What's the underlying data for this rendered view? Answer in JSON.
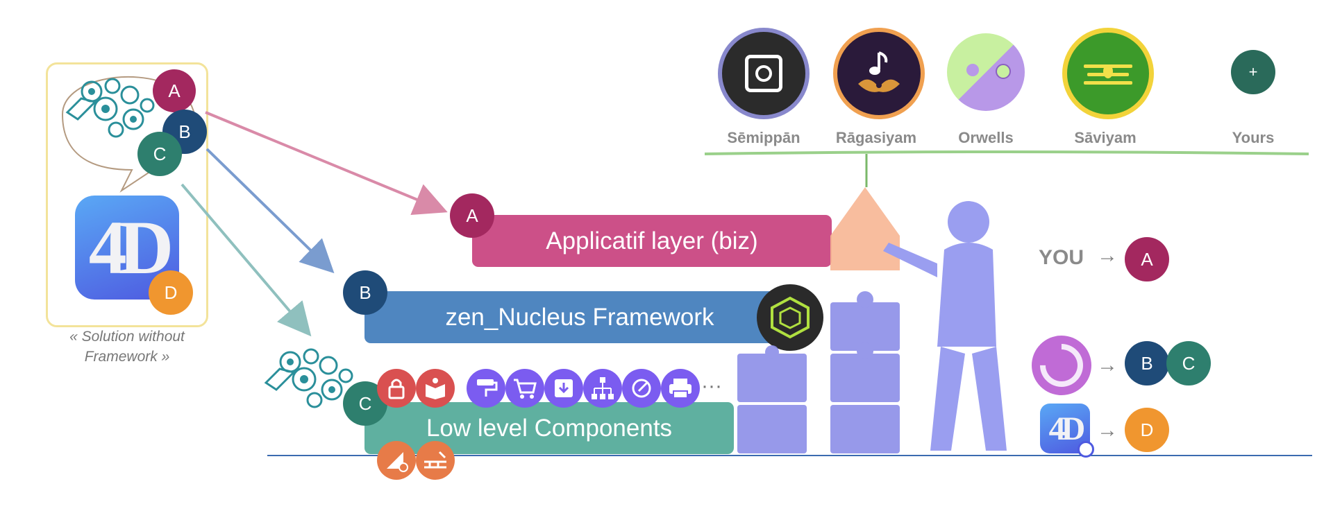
{
  "left_box": {
    "caption_line1": "« Solution without",
    "caption_line2": "Framework »",
    "badges": [
      "A",
      "B",
      "C",
      "D"
    ]
  },
  "apps": [
    {
      "name": "Sēmippān",
      "icon": "compass-circle-icon",
      "color": "#2b2b2b",
      "ring": "#8888cc"
    },
    {
      "name": "Rāgasiyam",
      "icon": "lotus-music-icon",
      "color": "#2a1a3a",
      "ring": "#f0a050"
    },
    {
      "name": "Orwells",
      "icon": "yin-yang-icon",
      "color": "#b9e58a",
      "ring": "#c0a8e8"
    },
    {
      "name": "Sāviyam",
      "icon": "sign-green-icon",
      "color": "#3c9a2a",
      "ring": "#f2d33a"
    },
    {
      "name": "Yours",
      "icon": "plus-icon",
      "color": "#2a6a5a",
      "ring": "#2a6a5a",
      "plus": "+"
    }
  ],
  "layers": {
    "app": {
      "badge": "A",
      "label": "Applicatif layer (biz)"
    },
    "framework": {
      "badge": "B",
      "label": "zen_Nucleus Framework"
    },
    "components": {
      "badge": "C",
      "label": "Low level Components",
      "ellipsis": "···"
    }
  },
  "mapping": {
    "you_label": "YOU",
    "arrow": "→",
    "rows": [
      {
        "badges": [
          "A"
        ]
      },
      {
        "badges": [
          "B",
          "C"
        ]
      },
      {
        "badges": [
          "D"
        ]
      }
    ]
  },
  "colors": {
    "A": "#a3285f",
    "B": "#1f4b78",
    "C": "#2e7f6e",
    "D": "#f0962f",
    "app_layer": "#cc5088",
    "framework_layer": "#4f86c0",
    "components_layer": "#5fb0a0",
    "component_icon": "#7b5cf0",
    "component_lock": "#d95050",
    "component_tool": "#e77b48"
  }
}
